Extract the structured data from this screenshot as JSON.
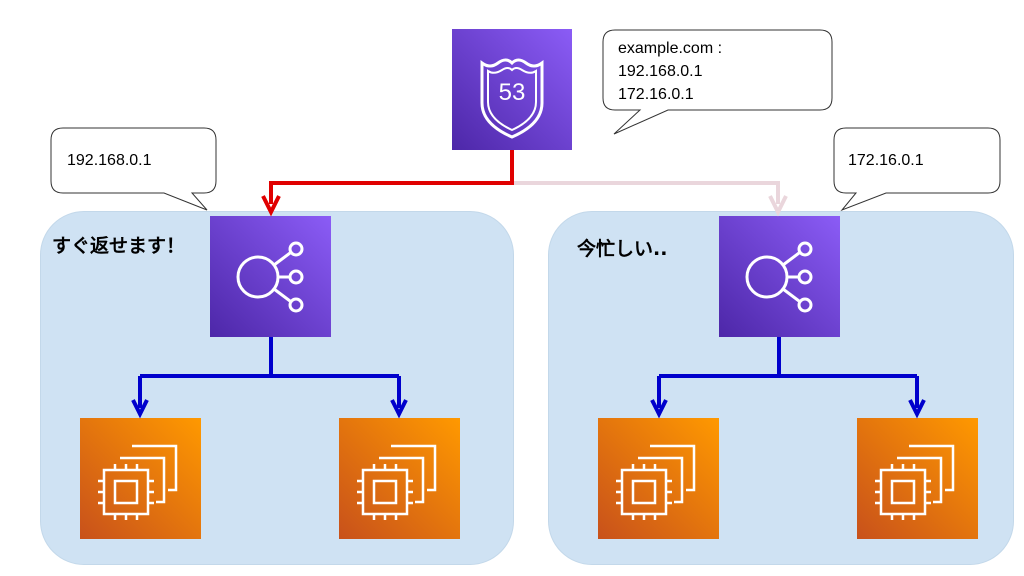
{
  "colors": {
    "region_fill": "#cfe2f3",
    "active_arrow": "#e00000",
    "inactive_arrow": "#ead6dc",
    "internal_arrow": "#0000cc",
    "purple_service": "#6a3fd8",
    "orange_service": "#e8781f"
  },
  "dns": {
    "icon": "route53-shield-icon",
    "label": "53",
    "callout_lines": [
      "example.com :",
      "192.168.0.1",
      "172.16.0.1"
    ]
  },
  "left_region": {
    "caption": "すぐ返せます！",
    "callout": "192.168.0.1",
    "load_balancer_icon": "elastic-load-balancer-icon",
    "instances": [
      {
        "icon": "ec2-instance-icon"
      },
      {
        "icon": "ec2-instance-icon"
      }
    ]
  },
  "right_region": {
    "caption": "今忙しい..",
    "callout": "172.16.0.1",
    "load_balancer_icon": "elastic-load-balancer-icon",
    "instances": [
      {
        "icon": "ec2-instance-icon"
      },
      {
        "icon": "ec2-instance-icon"
      }
    ]
  }
}
